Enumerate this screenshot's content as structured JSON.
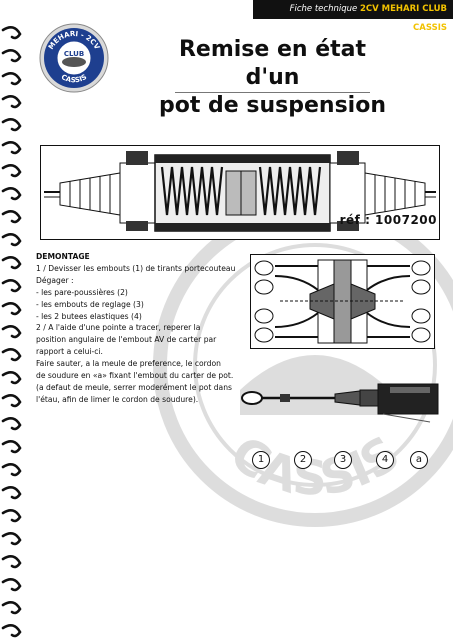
{
  "header": {
    "prefix": "Fiche technique",
    "highlight": "2CV MEHARI CLUB CASSIS"
  },
  "logo": {
    "top_text": "MEHARI - 2CV",
    "middle_text": "CLUB",
    "bottom_text": "CASSIS"
  },
  "title": {
    "line1": "Remise en état d'un",
    "line2": "pot de suspension"
  },
  "reference": "réf : 1007200",
  "instructions": {
    "heading": "DEMONTAGE",
    "lines": [
      "1 / Devisser les embouts (1) de tirants portecouteau",
      "Dégager :",
      "- les pare-poussières (2)",
      "- les embouts de reglage (3)",
      "- les 2 butees elastiques (4)",
      "2 / A l'aide d'une pointe a tracer, reperer la",
      "position angulaire de l'embout AV de carter par",
      "rapport a celui-ci.",
      "Faire sauter, a la meule de preference, le cordon",
      "de soudure en «a» fixant l'embout du carter de pot.",
      "(a defaut de meule, serrer moderément le pot dans",
      "l'étau, afin de limer le cordon de soudure)."
    ]
  },
  "callouts": [
    "1",
    "2",
    "3",
    "4",
    "a"
  ],
  "watermark_text": "CASSIS",
  "colors": {
    "header_bg": "#111111",
    "header_accent": "#f2c200",
    "logo_blue": "#1e3f8f",
    "logo_ring": "#c9c9c9"
  }
}
